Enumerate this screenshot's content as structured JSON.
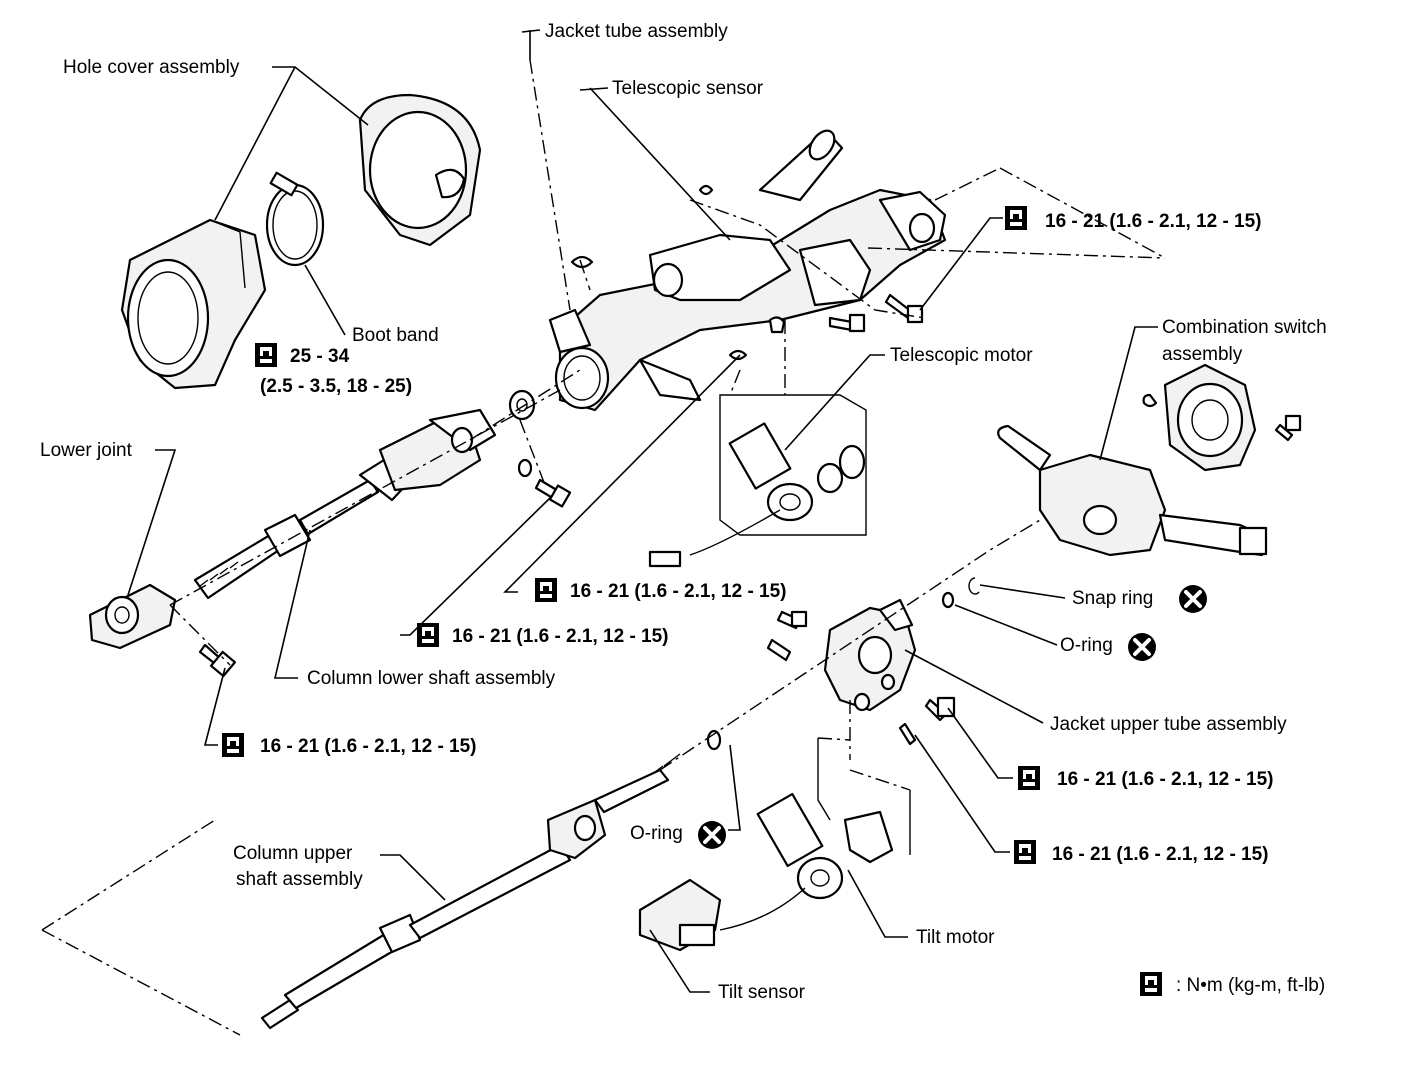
{
  "labels": {
    "jacket_tube": "Jacket tube assembly",
    "telescopic_sensor": "Telescopic sensor",
    "hole_cover": "Hole cover assembly",
    "boot_band": "Boot band",
    "telescopic_motor": "Telescopic motor",
    "combination_switch_1": "Combination switch",
    "combination_switch_2": "assembly",
    "lower_joint": "Lower joint",
    "snap_ring": "Snap ring",
    "o_ring_right": "O-ring",
    "column_lower_shaft": "Column lower shaft assembly",
    "jacket_upper_tube": "Jacket upper tube assembly",
    "column_upper_shaft_1": "Column upper",
    "column_upper_shaft_2": "shaft assembly",
    "o_ring_left": "O-ring",
    "tilt_motor": "Tilt motor",
    "tilt_sensor": "Tilt sensor"
  },
  "torques": {
    "top_right": "16 - 21 (1.6 - 2.1, 12 - 15)",
    "boot_band_1": "25 - 34",
    "boot_band_2": "(2.5 - 3.5, 18 - 25)",
    "center_1": "16 - 21 (1.6 - 2.1, 12 - 15)",
    "center_2": "16 - 21 (1.6 - 2.1, 12 - 15)",
    "lower_joint": "16 - 21 (1.6 - 2.1, 12 - 15)",
    "right_1": "16 - 21 (1.6 - 2.1, 12 - 15)",
    "right_2": "16 - 21 (1.6 - 2.1, 12 - 15)"
  },
  "legend": {
    "units": ": N•m (kg-m, ft-lb)"
  },
  "icons": {
    "torque": "torque-wrench-icon",
    "do_not_reuse": "do-not-reuse-icon"
  }
}
